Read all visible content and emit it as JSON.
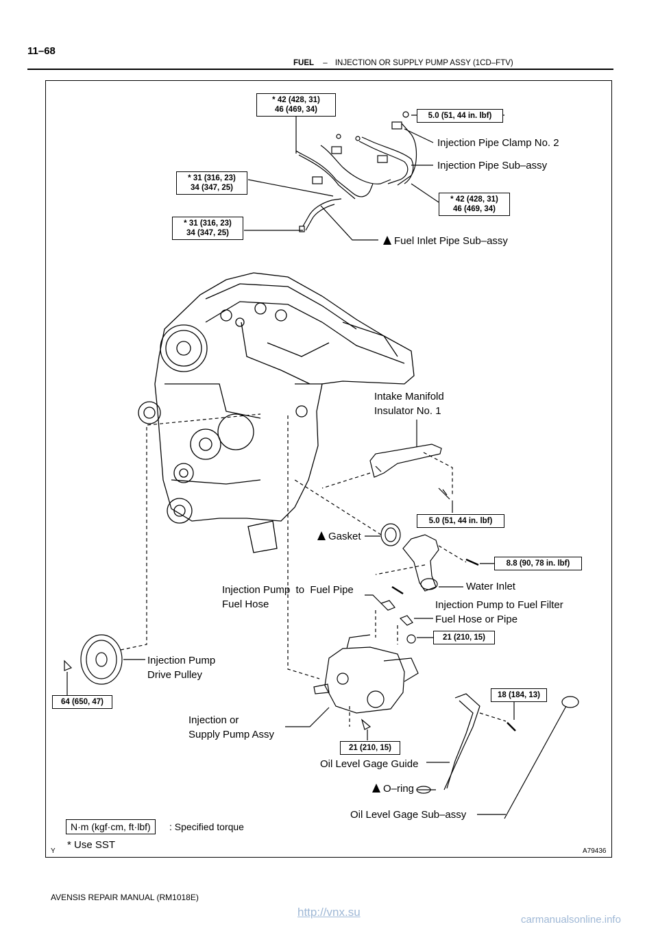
{
  "header": {
    "page_number": "11–68",
    "section": "FUEL",
    "separator": "–",
    "title": "INJECTION OR SUPPLY PUMP ASSY (1CD–FTV)"
  },
  "torques": {
    "t1": "* 42 (428, 31)\n46 (469, 34)",
    "t2": "5.0 (51, 44 in. lbf)",
    "t3": "* 31 (316, 23)\n34 (347, 25)",
    "t4": "* 42 (428, 31)\n46 (469, 34)",
    "t5": "* 31 (316, 23)\n34 (347, 25)",
    "t6": "5.0 (51, 44 in. lbf)",
    "t7": "8.8 (90, 78 in. lbf)",
    "t8": "21 (210, 15)",
    "t9": "18 (184, 13)",
    "t10": "64 (650, 47)",
    "t11": "21 (210, 15)"
  },
  "labels": {
    "clamp": "Injection Pipe Clamp No. 2",
    "pipe_sub": "Injection Pipe Sub–assy",
    "fuel_inlet": "Fuel Inlet Pipe Sub–assy",
    "intake": "Intake Manifold\nInsulator No. 1",
    "gasket": "Gasket",
    "water_inlet": "Water Inlet",
    "pump_fuel_hose": "Injection Pump  to  Fuel Pipe\nFuel Hose",
    "pump_filter_hose": "Injection Pump to Fuel Filter\nFuel Hose or Pipe",
    "drive_pulley": "Injection Pump\nDrive Pulley",
    "supply_pump": "Injection or\nSupply Pump Assy",
    "gage_guide": "Oil Level Gage Guide",
    "oring": "O–ring",
    "gage_sub": "Oil Level Gage Sub–assy"
  },
  "legend": {
    "unit_box": "N·m (kgf·cm, ft·lbf)",
    "unit_desc": ": Specified torque",
    "sst": "* Use SST"
  },
  "figure": {
    "corner_letter": "Y",
    "figure_id": "A79436"
  },
  "footer": {
    "manual": "AVENSIS REPAIR MANUAL   (RM1018E)"
  },
  "watermark": {
    "left": "http://vnx.su",
    "right": "carmanualsonline.info"
  }
}
